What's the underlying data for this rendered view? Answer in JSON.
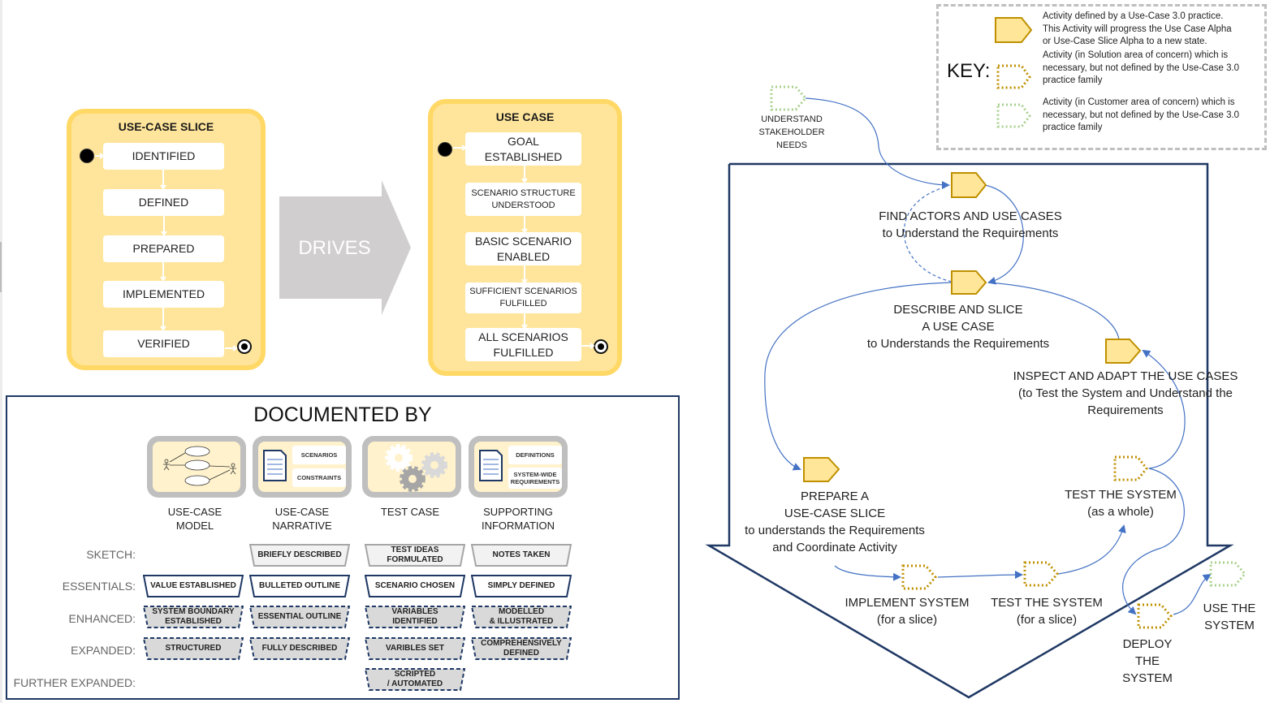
{
  "colors": {
    "state_fill": "#ffe59b",
    "state_border": "#ffd866",
    "activity_fill": "#ffe699",
    "activity_border": "#bf9000",
    "solution_dotted": "#bf9000",
    "customer_dotted": "#a9d18e",
    "flow_line": "#4472c4",
    "frame": "#1f3864",
    "drives_arrow": "#d0cece"
  },
  "use_case_slice": {
    "title": "USE-CASE SLICE",
    "states": [
      "IDENTIFIED",
      "DEFINED",
      "PREPARED",
      "IMPLEMENTED",
      "VERIFIED"
    ]
  },
  "drives": {
    "label": "DRIVES"
  },
  "use_case": {
    "title": "USE CASE",
    "states": [
      "GOAL\nESTABLISHED",
      "SCENARIO STRUCTURE\nUNDERSTOOD",
      "BASIC SCENARIO\nENABLED",
      "SUFFICIENT SCENARIOS\nFULFILLED",
      "ALL SCENARIOS\nFULFILLED"
    ]
  },
  "documented_by": {
    "title": "DOCUMENTED BY",
    "artifacts": [
      {
        "name": "USE-CASE\nMODEL",
        "icon": "use-case-model-icon",
        "boxes": []
      },
      {
        "name": "USE-CASE\nNARRATIVE",
        "icon": "document-icon",
        "boxes": [
          "SCENARIOS",
          "CONSTRAINTS"
        ]
      },
      {
        "name": "TEST CASE",
        "icon": "gears-icon",
        "boxes": []
      },
      {
        "name": "SUPPORTING\nINFORMATION",
        "icon": "document-icon",
        "boxes": [
          "DEFINITIONS",
          "SYSTEM-WIDE\nREQUIREMENTS"
        ]
      }
    ],
    "levels": [
      "SKETCH:",
      "ESSENTIALS:",
      "ENHANCED:",
      "EXPANDED:",
      "FURTHER EXPANDED:"
    ],
    "grid": [
      [
        null,
        "BRIEFLY DESCRIBED",
        "TEST IDEAS\nFORMULATED",
        "NOTES TAKEN"
      ],
      [
        "VALUE ESTABLISHED",
        "BULLETED OUTLINE",
        "SCENARIO CHOSEN",
        "SIMPLY DEFINED"
      ],
      [
        "SYSTEM BOUNDARY\nESTABLISHED",
        "ESSENTIAL OUTLINE",
        "VARIABLES\nIDENTIFIED",
        "MODELLED\n& ILLUSTRATED"
      ],
      [
        "STRUCTURED",
        "FULLY DESCRIBED",
        "VARIBLES SET",
        "COMPREHENSIVELY\nDEFINED"
      ],
      [
        null,
        null,
        "SCRIPTED\n/ AUTOMATED",
        null
      ]
    ]
  },
  "key": {
    "label": "KEY:",
    "items": [
      {
        "type": "practice-activity",
        "text": "Activity defined by a Use-Case 3.0 practice.\nThis Activity will progress the Use Case Alpha\nor Use-Case Slice Alpha to a new state."
      },
      {
        "type": "solution-activity",
        "text": "Activity (in Solution area of concern) which is\nnecessary, but not defined by the Use-Case 3.0\npractice family"
      },
      {
        "type": "customer-activity",
        "text": "Activity (in Customer area of concern) which is\nnecessary, but not defined by the Use-Case 3.0\npractice family"
      }
    ]
  },
  "flow": {
    "activities": [
      {
        "id": "understand-stakeholder-needs",
        "type": "customer",
        "label": "UNDERSTAND\nSTAKEHOLDER\nNEEDS"
      },
      {
        "id": "find-actors",
        "type": "practice",
        "label": "FIND ACTORS AND USE CASES\nto Understand the Requirements"
      },
      {
        "id": "describe-slice",
        "type": "practice",
        "label": "DESCRIBE AND SLICE\nA USE CASE\nto Understands the Requirements"
      },
      {
        "id": "inspect-adapt",
        "type": "practice",
        "label": "INSPECT AND ADAPT THE USE CASES\n(to Test the System and Understand the\nRequirements"
      },
      {
        "id": "prepare-slice",
        "type": "practice",
        "label": "PREPARE A\nUSE-CASE SLICE\nto understands the Requirements\nand Coordinate Activity"
      },
      {
        "id": "test-whole",
        "type": "solution",
        "label": "TEST  THE SYSTEM\n(as a whole)"
      },
      {
        "id": "implement",
        "type": "solution",
        "label": "IMPLEMENT SYSTEM\n(for a slice)"
      },
      {
        "id": "test-slice",
        "type": "solution",
        "label": "TEST THE SYSTEM\n(for a slice)"
      },
      {
        "id": "deploy",
        "type": "solution",
        "label": "DEPLOY\nTHE\nSYSTEM"
      },
      {
        "id": "use",
        "type": "customer",
        "label": "USE THE\nSYSTEM"
      }
    ]
  }
}
